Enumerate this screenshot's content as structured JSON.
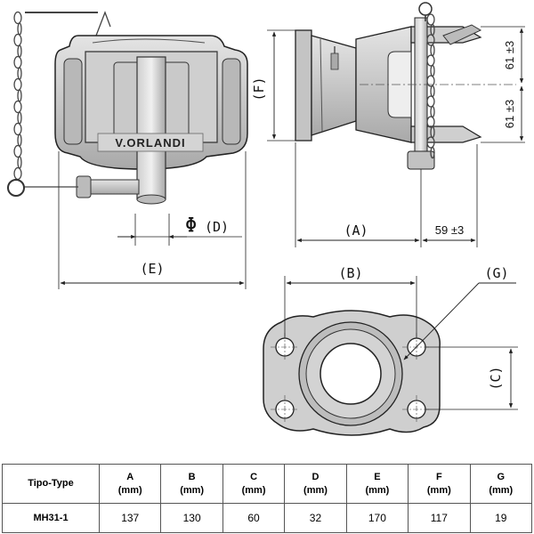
{
  "drawing": {
    "brand_logo": "V.ORLANDI",
    "dimension_labels": {
      "A": "(A)",
      "B": "(B)",
      "C": "(C)",
      "D": "(D)",
      "E": "(E)",
      "F": "(F)",
      "G": "(G)",
      "phi": "Φ",
      "offset_59": "59 ±3",
      "offset_61_top": "61 ±3",
      "offset_61_bottom": "61 ±3"
    }
  },
  "table": {
    "type_header": "Tipo-Type",
    "columns": [
      {
        "letter": "A",
        "unit": "(mm)"
      },
      {
        "letter": "B",
        "unit": "(mm)"
      },
      {
        "letter": "C",
        "unit": "(mm)"
      },
      {
        "letter": "D",
        "unit": "(mm)"
      },
      {
        "letter": "E",
        "unit": "(mm)"
      },
      {
        "letter": "F",
        "unit": "(mm)"
      },
      {
        "letter": "G",
        "unit": "(mm)"
      }
    ],
    "rows": [
      {
        "type": "MH31-1",
        "values": [
          "137",
          "130",
          "60",
          "32",
          "170",
          "117",
          "19"
        ]
      }
    ]
  },
  "colors": {
    "metal_light": "#dcdcdc",
    "metal_mid": "#bdbdbd",
    "metal_dark": "#8e8e8e",
    "line": "#222222"
  }
}
